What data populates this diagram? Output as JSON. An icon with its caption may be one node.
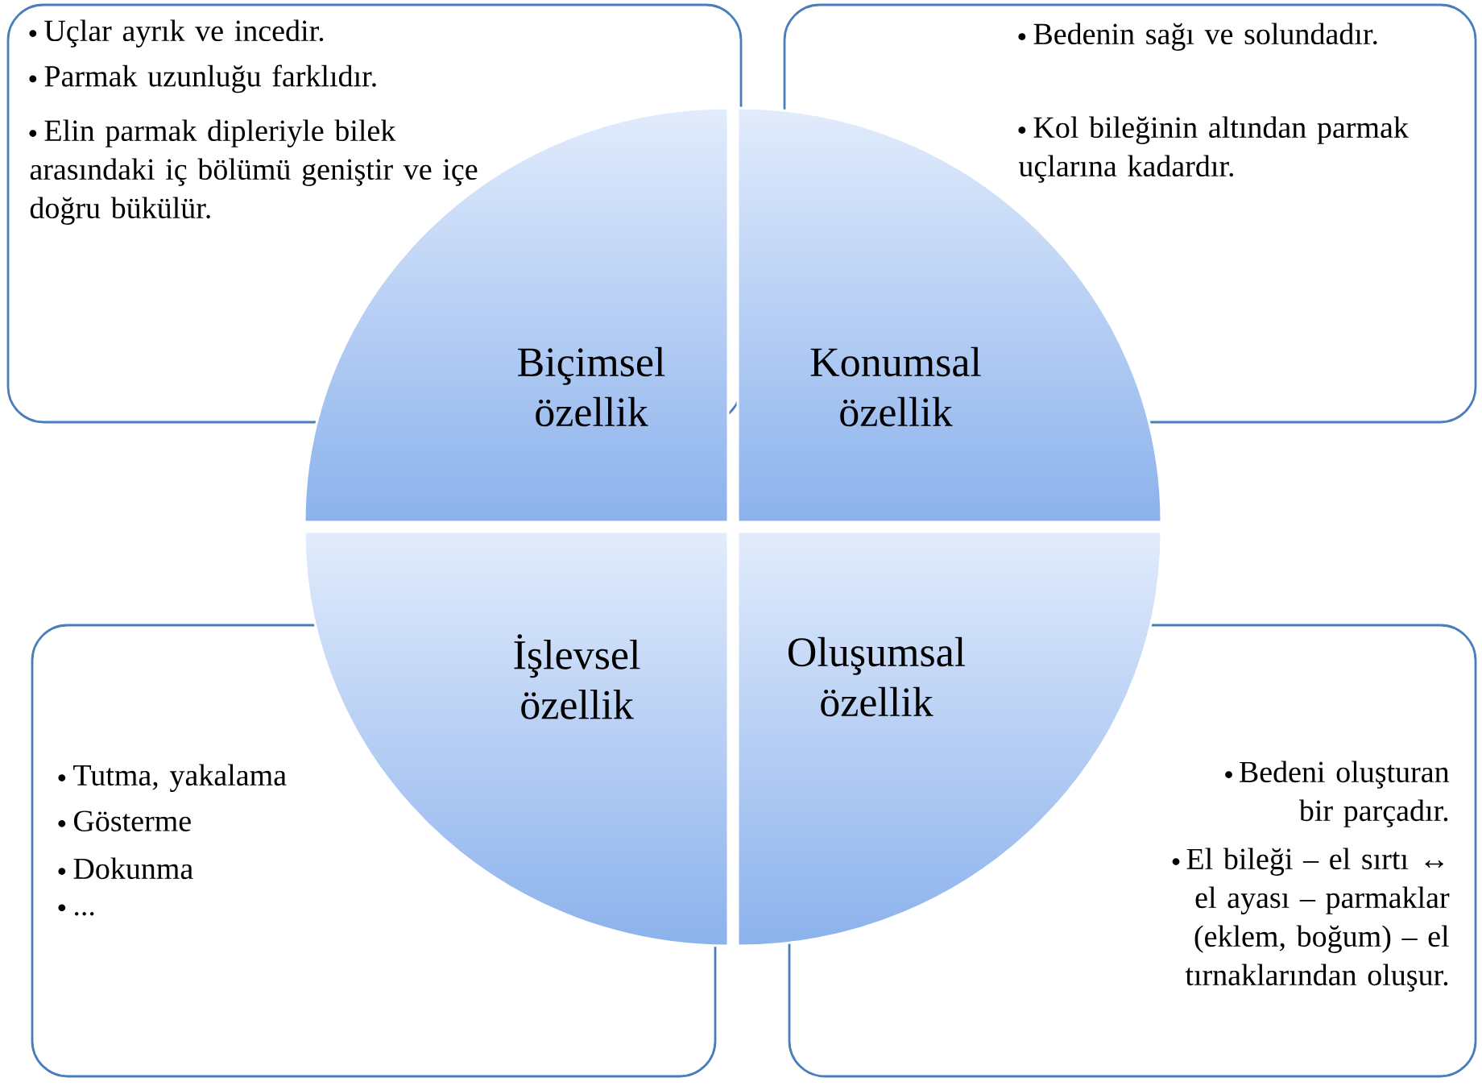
{
  "diagram": {
    "nodes": [
      {
        "text": [
          "Uçlar ayrık ve incedir.",
          "Parmak uzunluğu farklıdır.",
          "Elin parmak dipleriyle bilek arasındaki iç bölümü geniştir ve içe doğru bükülür."
        ]
      },
      {
        "text": [
          "Bedenin sağı ve solundadır.",
          "Kol bileğinin altından parmak uçlarına kadardır."
        ]
      },
      {
        "text": [
          "Biçimsel özellik"
        ]
      },
      {
        "text": [
          "Konumsal özellik"
        ]
      },
      {
        "text": [
          "İşlevsel özellik"
        ]
      },
      {
        "text": [
          "Oluşumsal özellik"
        ]
      },
      {
        "text": [
          "Tutma, yakalama",
          "Gösterme",
          "Dokunma",
          "..."
        ]
      },
      {
        "text": [
          "Bedeni oluşturan bir parçadır.",
          "El bileği – el sırtı ↔ el ayası – parmaklar (eklem, boğum) – el tırnaklarından oluşur."
        ]
      }
    ],
    "edges": []
  }
}
